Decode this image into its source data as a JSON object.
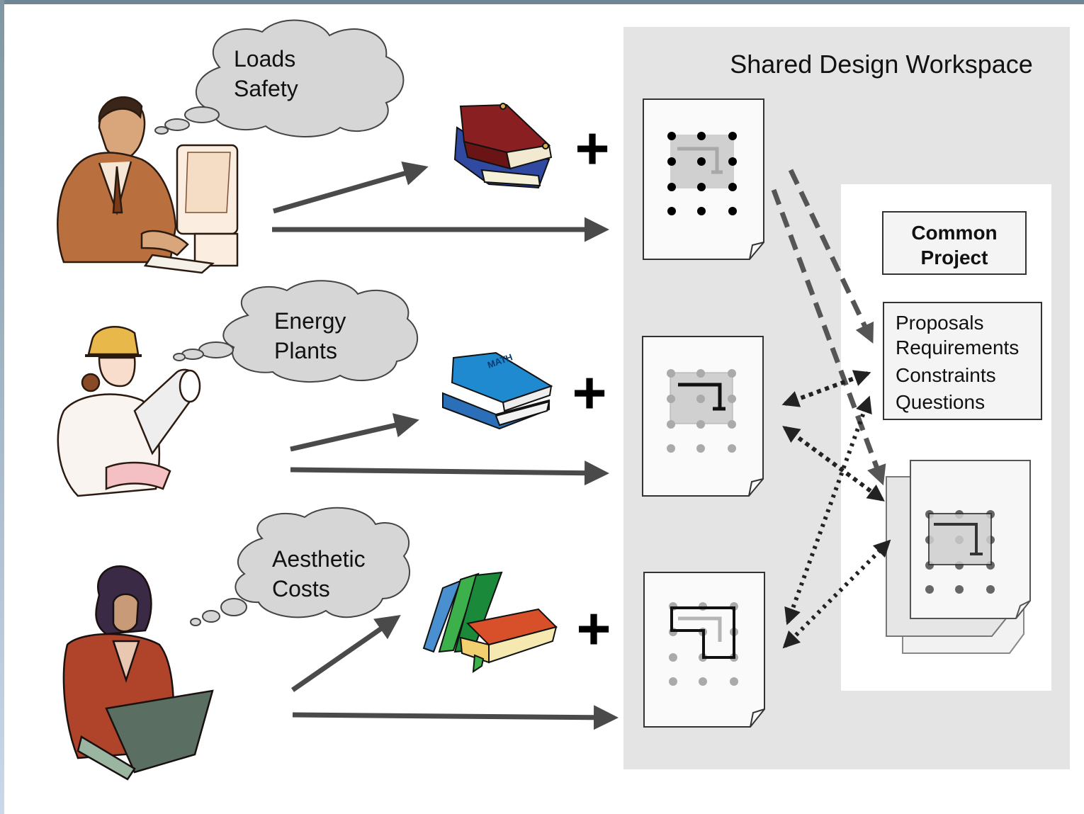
{
  "workspace": {
    "title": "Shared Design Workspace"
  },
  "common_project": {
    "title_line1": "Common",
    "title_line2": "Project",
    "items": [
      "Proposals",
      "Requirements",
      "Constraints",
      "Questions"
    ]
  },
  "stakeholders": [
    {
      "thought_line1": "Loads",
      "thought_line2": "Safety"
    },
    {
      "thought_line1": "Energy",
      "thought_line2": "Plants"
    },
    {
      "thought_line1": "Aesthetic",
      "thought_line2": "Costs"
    }
  ],
  "books": [
    {
      "label": ""
    },
    {
      "label": "MATH"
    },
    {
      "label": ""
    }
  ],
  "plus_sign": "+",
  "colors": {
    "workspace_bg": "#e4e4e4",
    "arrow": "#4a4a4a",
    "cloud_fill": "#d6d6d6",
    "frame": "#6f8794"
  }
}
